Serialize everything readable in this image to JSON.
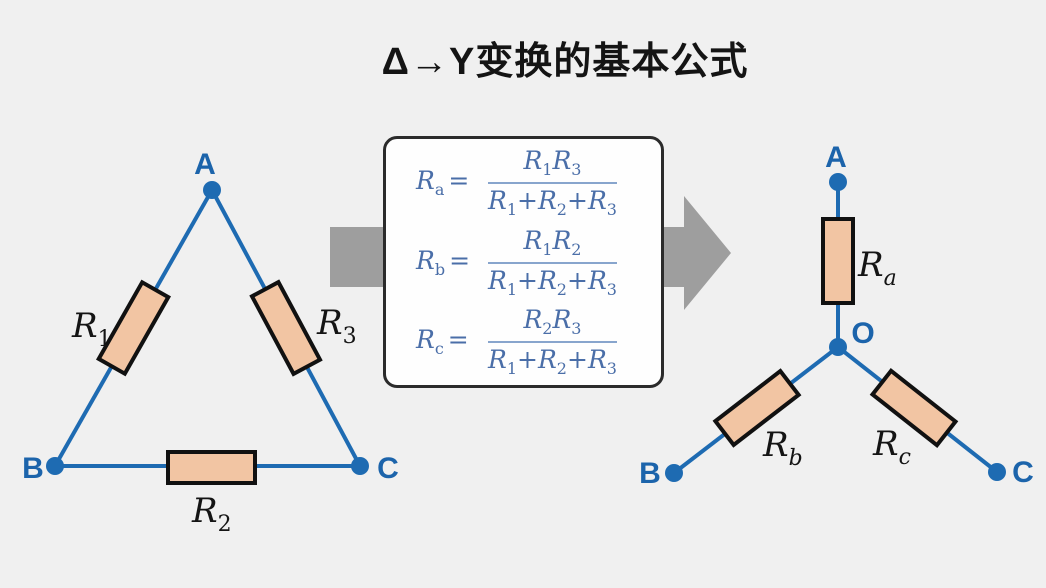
{
  "title": "Δ→Y变换的基本公式",
  "colors": {
    "background": "#f0f0f0",
    "circuit_blue": "#1e6bb2",
    "node_label_blue": "#1c64ab",
    "formula_blue": "#4a6ea8",
    "fraction_bar": "#88a5cd",
    "resistor_fill": "#f2c5a3",
    "resistor_border": "#111111",
    "arrow_gray": "#9e9e9e",
    "box_border": "#2b2b2b",
    "title_color": "#141414"
  },
  "delta": {
    "nodes": {
      "a": "A",
      "b": "B",
      "c": "C"
    },
    "resistors": [
      {
        "base": "R",
        "sub": "1"
      },
      {
        "base": "R",
        "sub": "2"
      },
      {
        "base": "R",
        "sub": "3"
      }
    ]
  },
  "wye": {
    "nodes": {
      "a": "A",
      "b": "B",
      "c": "C",
      "o": "O"
    },
    "resistors": [
      {
        "base": "R",
        "sub": "a"
      },
      {
        "base": "R",
        "sub": "b"
      },
      {
        "base": "R",
        "sub": "c"
      }
    ]
  },
  "formulas": [
    {
      "lhs_base": "R",
      "lhs_sub": "a",
      "eq": "=",
      "num": {
        "t1": "R",
        "t1s": "1",
        "t2": "R",
        "t2s": "3"
      },
      "den": {
        "t1": "R",
        "t1s": "1",
        "op1": "+",
        "t2": "R",
        "t2s": "2",
        "op2": "+",
        "t3": "R",
        "t3s": "3"
      }
    },
    {
      "lhs_base": "R",
      "lhs_sub": "b",
      "eq": "=",
      "num": {
        "t1": "R",
        "t1s": "1",
        "t2": "R",
        "t2s": "2"
      },
      "den": {
        "t1": "R",
        "t1s": "1",
        "op1": "+",
        "t2": "R",
        "t2s": "2",
        "op2": "+",
        "t3": "R",
        "t3s": "3"
      }
    },
    {
      "lhs_base": "R",
      "lhs_sub": "c",
      "eq": "=",
      "num": {
        "t1": "R",
        "t1s": "2",
        "t2": "R",
        "t2s": "3"
      },
      "den": {
        "t1": "R",
        "t1s": "1",
        "op1": "+",
        "t2": "R",
        "t2s": "2",
        "op2": "+",
        "t3": "R",
        "t3s": "3"
      }
    }
  ]
}
